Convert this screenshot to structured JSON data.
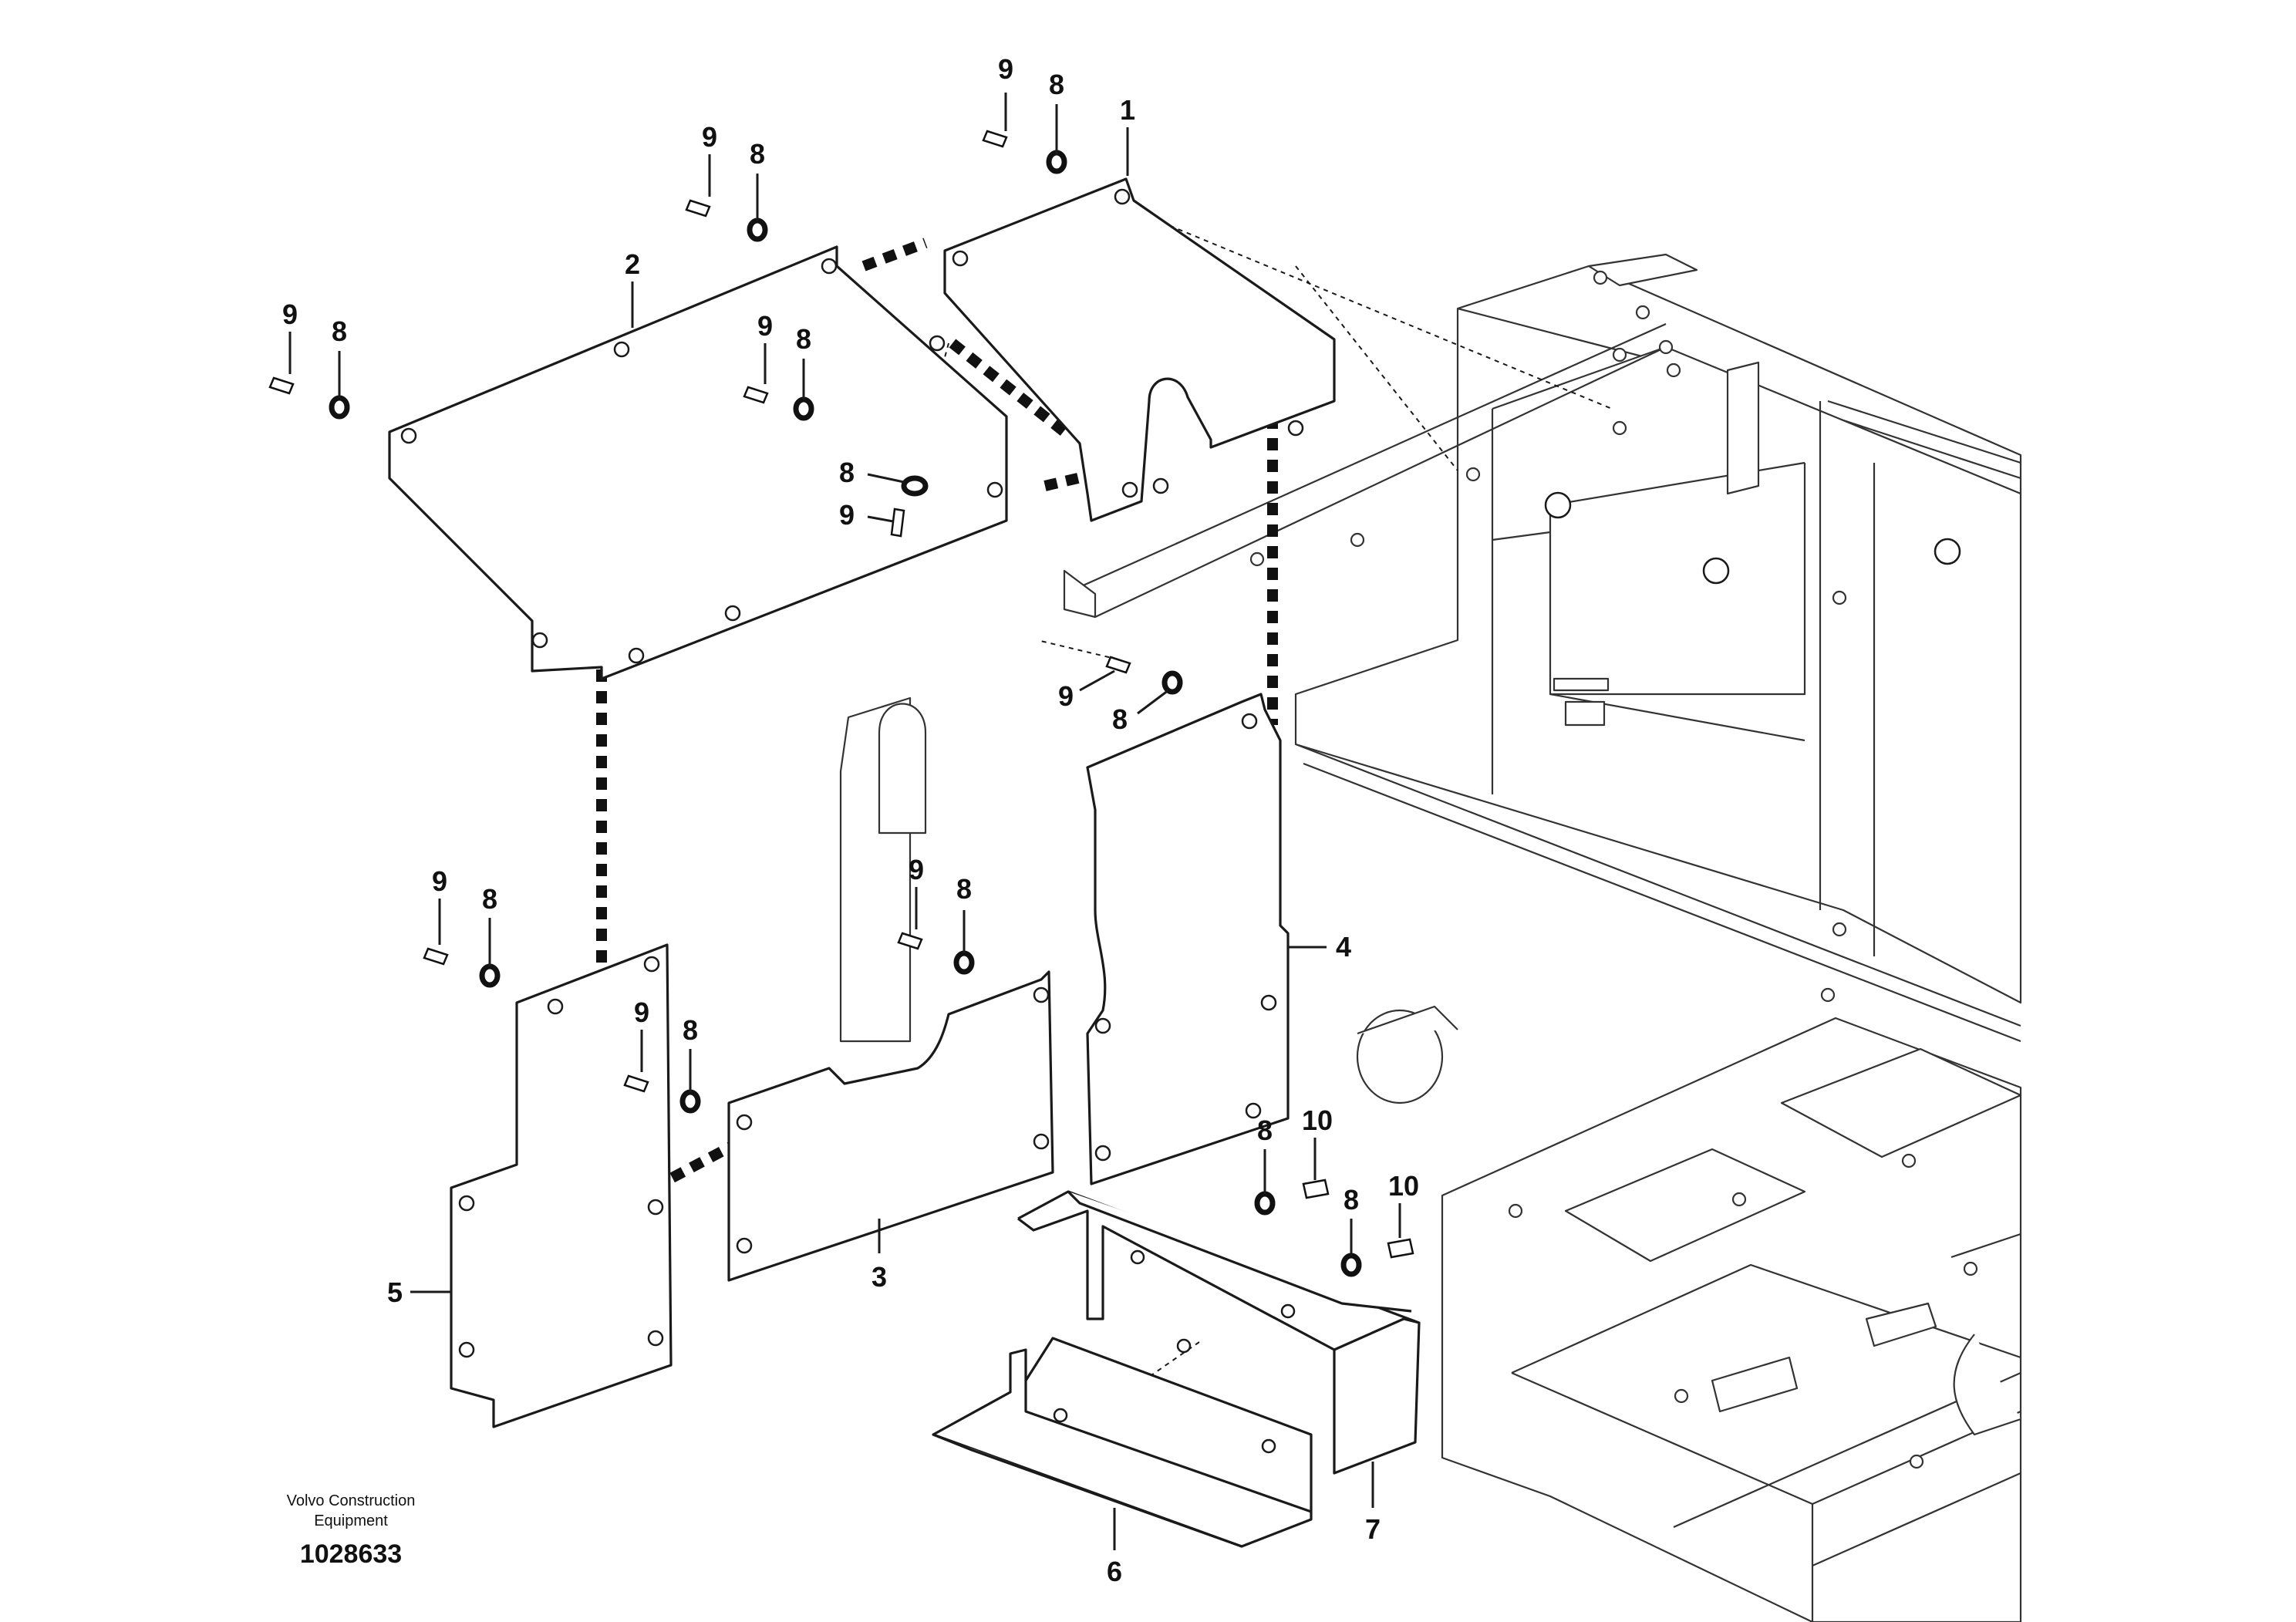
{
  "labels": {
    "part_1": "1",
    "part_2": "2",
    "part_3": "3",
    "part_4": "4",
    "part_5": "5",
    "part_6": "6",
    "part_7": "7",
    "washer": "8",
    "screw": "9",
    "bolt_10": "10"
  },
  "footer": {
    "company_line1": "Volvo Construction",
    "company_line2": "Equipment",
    "document_number": "1028633"
  }
}
